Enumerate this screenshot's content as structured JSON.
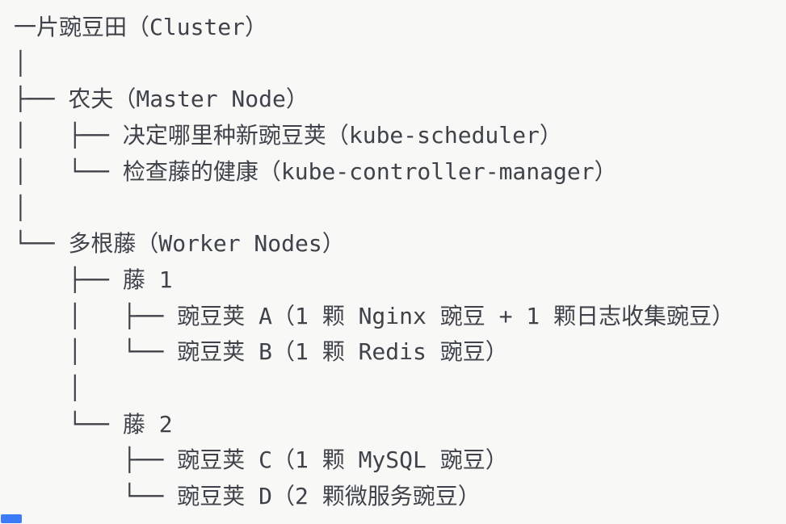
{
  "page": {
    "background_color": "#f8f8f7",
    "text_color": "#3f4349",
    "cursor_color": "#3e7cf7"
  },
  "tree": {
    "lines": [
      "一片豌豆田（Cluster）",
      "│",
      "├── 农夫（Master Node）",
      "│   ├── 决定哪里种新豌豆荚（kube-scheduler）",
      "│   └── 检查藤的健康（kube-controller-manager）",
      "│",
      "└── 多根藤（Worker Nodes）",
      "    ├── 藤 1",
      "    │   ├── 豌豆荚 A（1 颗 Nginx 豌豆 + 1 颗日志收集豌豆）",
      "    │   └── 豌豆荚 B（1 颗 Redis 豌豆）",
      "    │",
      "    └── 藤 2",
      "        ├── 豌豆荚 C（1 颗 MySQL 豌豆）",
      "        └── 豌豆荚 D（2 颗微服务豌豆）"
    ]
  }
}
